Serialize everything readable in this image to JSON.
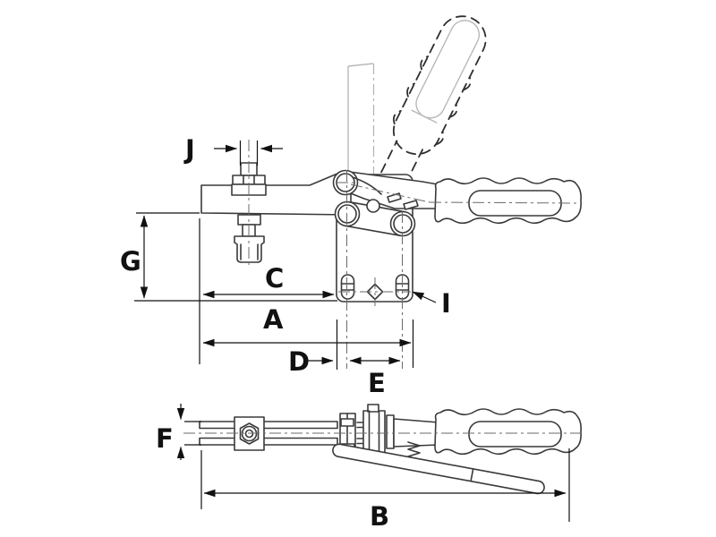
{
  "drawing": {
    "kind": "technical-dimension-drawing",
    "subject": "horizontal hold-down toggle clamp, front view and side view",
    "views": {
      "front": "front view",
      "side": "side view"
    },
    "dimension_labels": {
      "J": "J",
      "G": "G",
      "C": "C",
      "A": "A",
      "D": "D",
      "E": "E",
      "I": "I",
      "F": "F",
      "B": "B"
    },
    "colors": {
      "line": "#3a3a3a",
      "dimension": "#111111",
      "phantom": "#b8b8b8",
      "background": "#ffffff"
    }
  }
}
